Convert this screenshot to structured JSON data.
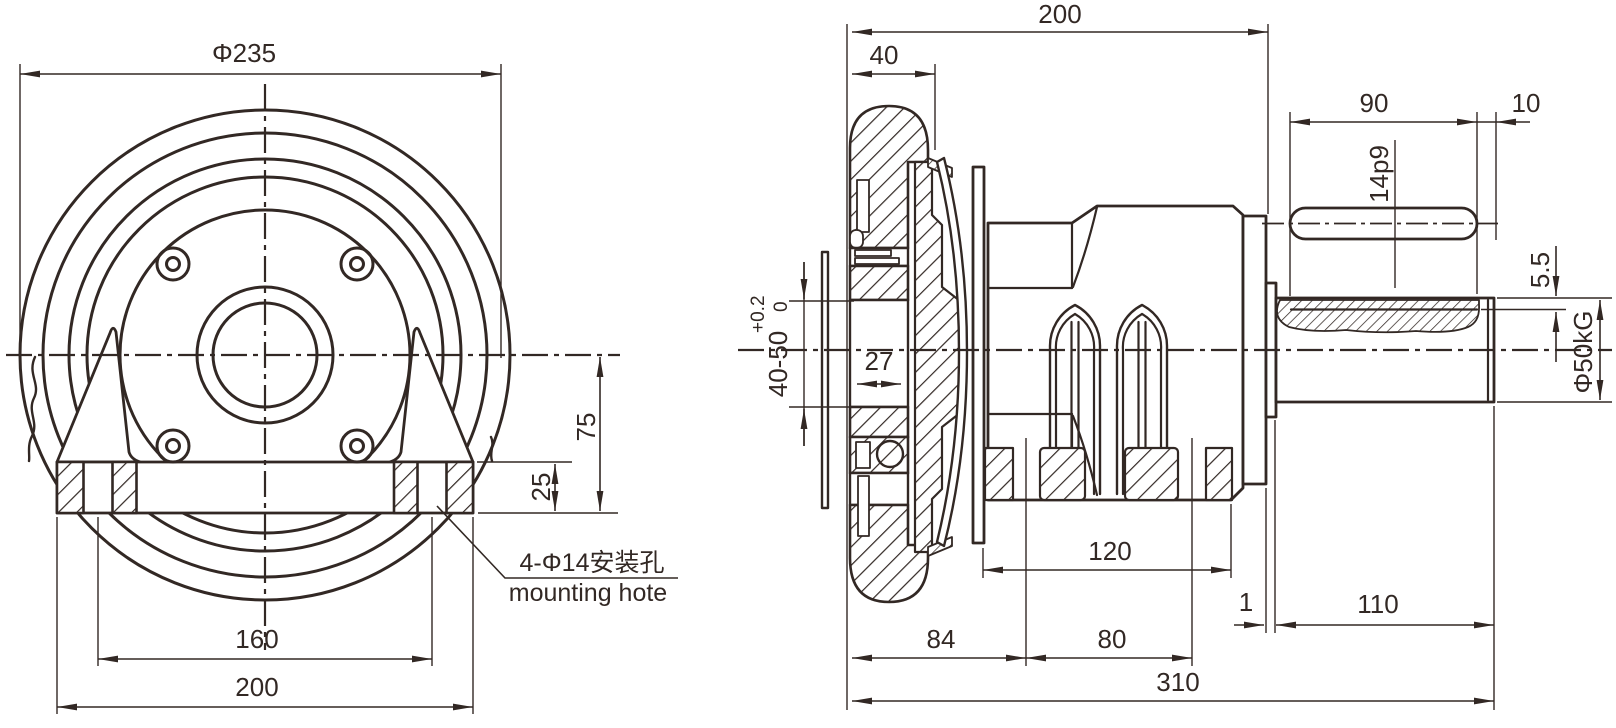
{
  "drawing": {
    "ink_color": "#322824",
    "paper_color": "#ffffff",
    "front_view": {
      "dim_outer_diameter": "Φ235",
      "dim_center_to_base": "75",
      "dim_base_thickness": "25",
      "dim_hole_spacing": "160",
      "dim_base_width": "200",
      "mounting_hole_note_cn": "4-Φ14安装孔",
      "mounting_hole_note_en": "mounting hote"
    },
    "section_view": {
      "dim_overall_front": "200",
      "dim_coil_width": "40",
      "dim_key_length": "90",
      "dim_key_to_shaft_end": "10",
      "key_size": "14p9",
      "dim_key_depth": "5.5",
      "shaft_diameter": "Φ50kG",
      "dim_hub_depth": "27",
      "bore_range": "40-50",
      "bore_tol_upper": "+0.2",
      "bore_tol_lower": "0",
      "dim_body_length": "120",
      "dim_gap": "1",
      "dim_shaft_length": "110",
      "dim_front_section": "84",
      "dim_mid_section": "80",
      "dim_overall_length": "310"
    }
  }
}
